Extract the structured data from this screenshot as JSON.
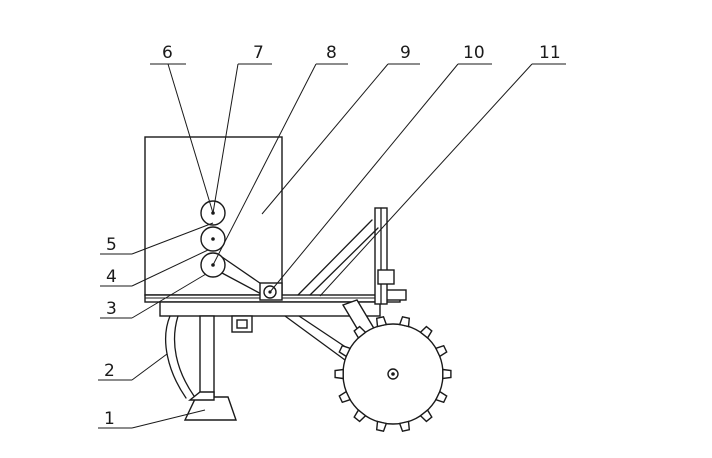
{
  "diagram": {
    "labels": {
      "l1": "1",
      "l2": "2",
      "l3": "3",
      "l4": "4",
      "l5": "5",
      "l6": "6",
      "l7": "7",
      "l8": "8",
      "l9": "9",
      "l10": "10",
      "l11": "11"
    },
    "line_color": "#1a1a1a",
    "background": "#ffffff"
  }
}
